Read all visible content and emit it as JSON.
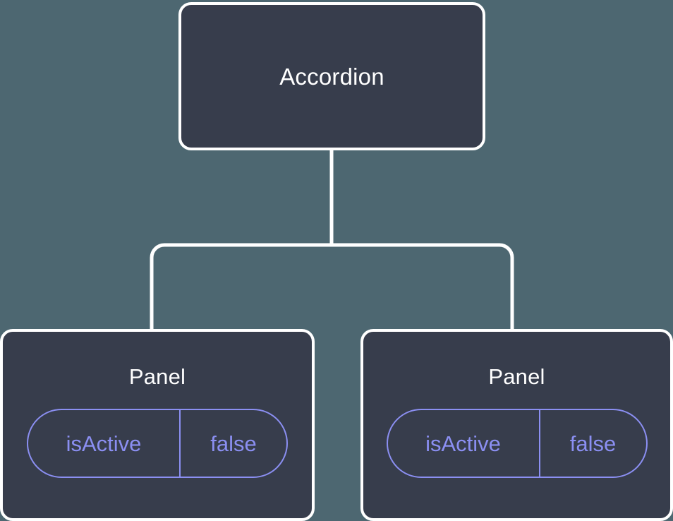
{
  "canvas": {
    "background_color": "#4d6771",
    "node_fill_color": "#373d4c",
    "node_border_color": "#ffffff",
    "connector_color": "#ffffff",
    "accent_color": "#8b8ff2",
    "title_color": "#ffffff"
  },
  "tree": {
    "root": {
      "title": "Accordion"
    },
    "children": [
      {
        "title": "Panel",
        "state": {
          "key": "isActive",
          "value": "false"
        }
      },
      {
        "title": "Panel",
        "state": {
          "key": "isActive",
          "value": "false"
        }
      }
    ]
  }
}
